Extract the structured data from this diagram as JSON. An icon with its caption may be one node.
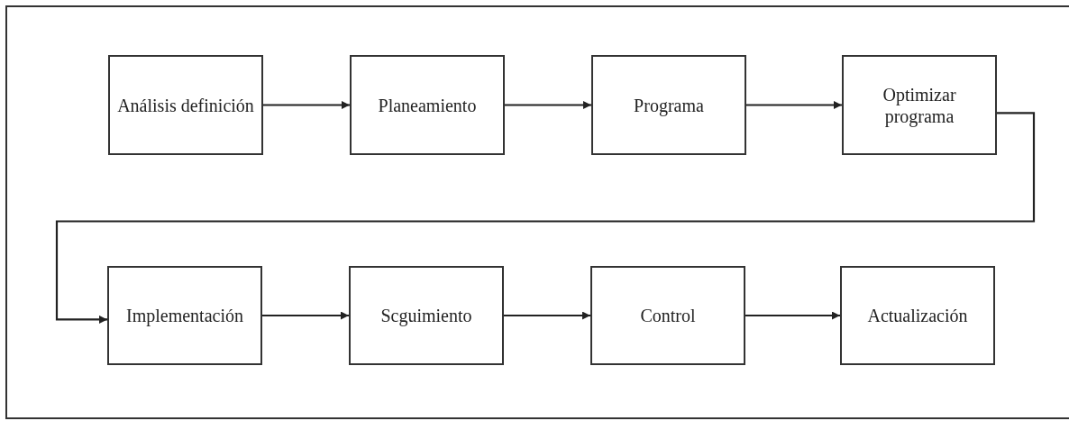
{
  "diagram": {
    "nodes": [
      {
        "text": [
          "Análisis definición"
        ]
      },
      {
        "text": [
          "Planeamiento"
        ]
      },
      {
        "text": [
          "Programa"
        ]
      },
      {
        "text": [
          "Optimizar programa"
        ]
      },
      {
        "text": [
          "Implementación"
        ]
      },
      {
        "text": [
          "Scguimiento"
        ]
      },
      {
        "text": [
          "Control"
        ]
      },
      {
        "text": [
          "Actualización"
        ]
      }
    ],
    "edges": [
      {
        "from": 0,
        "to": 1,
        "arrow": "to"
      },
      {
        "from": 1,
        "to": 2,
        "arrow": "to"
      },
      {
        "from": 2,
        "to": 3,
        "arrow": "to"
      },
      {
        "from": 3,
        "to": 4,
        "arrow": "to"
      },
      {
        "from": 4,
        "to": 5,
        "arrow": "to"
      },
      {
        "from": 5,
        "to": 6,
        "arrow": "to"
      },
      {
        "from": 6,
        "to": 7,
        "arrow": "to"
      }
    ]
  }
}
